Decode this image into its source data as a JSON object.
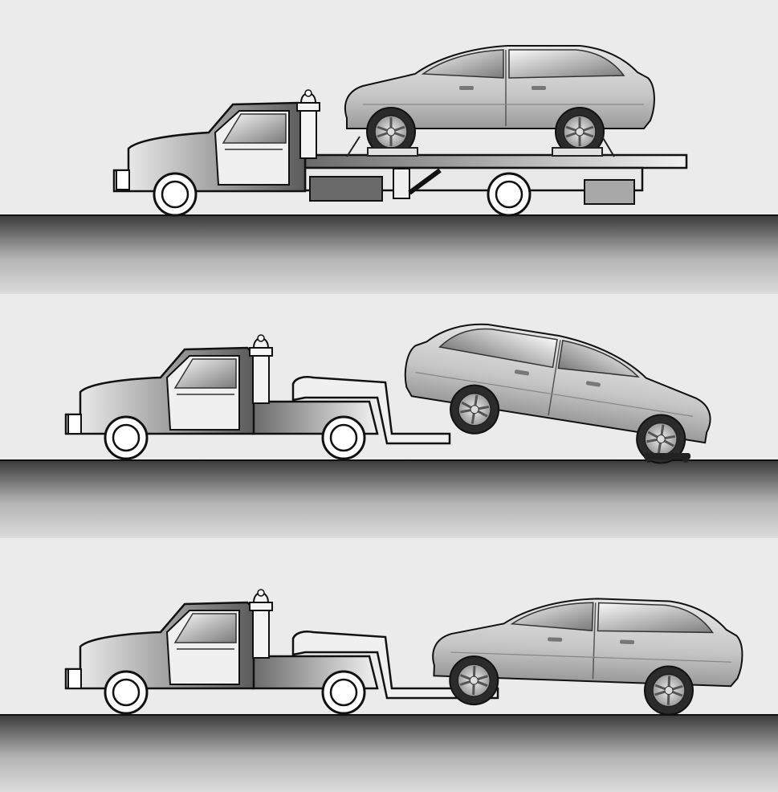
{
  "figure": {
    "panels": [
      {
        "id": "flatbed",
        "tow_method": "flatbed"
      },
      {
        "id": "wheel-lift-dolly-rear",
        "tow_method": "wheel-lift-rear-with-front-dollies"
      },
      {
        "id": "wheel-lift-front",
        "tow_method": "wheel-lift-front"
      }
    ],
    "colors": {
      "background": "#ebebeb",
      "road_dark": "#3a3a3a",
      "road_light": "#d9d9d9",
      "truck_body_light": "#f2f2f2",
      "truck_body_dark": "#5a5a5a",
      "car_body": "#cfcfcf",
      "car_body_shade": "#9a9a9a",
      "outline": "#111111",
      "tire": "#2b2b2b",
      "rim": "#e6e6e6"
    },
    "icons": [
      "tow-truck-icon",
      "car-icon",
      "dolly-icon",
      "beacon-icon",
      "tie-down-chain-icon"
    ]
  }
}
